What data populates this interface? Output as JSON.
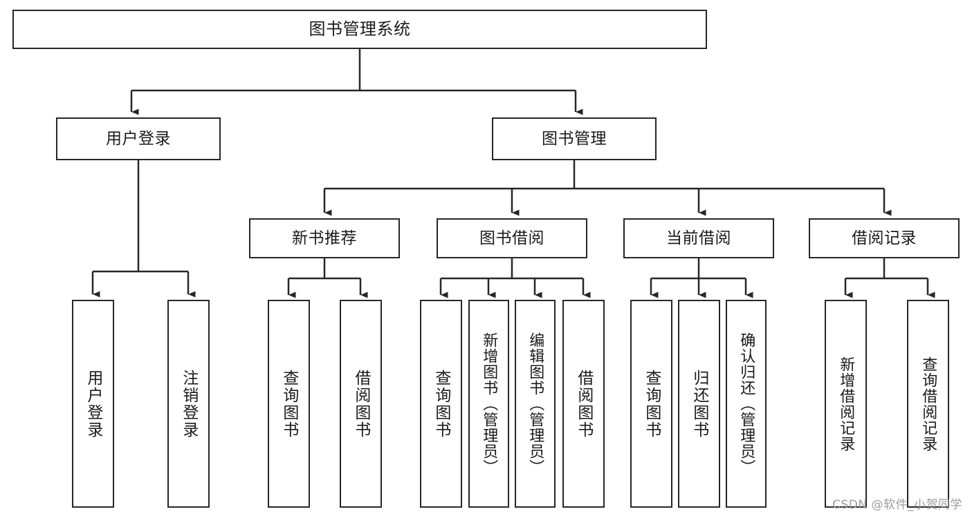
{
  "diagram": {
    "type": "tree-hierarchy-chart",
    "title": "图书管理系统",
    "watermark": "CSDN @软件_小贺同学",
    "colors": {
      "stroke": "#262626",
      "background": "#ffffff",
      "text": "#1a1a1a",
      "watermark": "#9b9b9b"
    },
    "levels": {
      "root": {
        "label": "图书管理系统"
      },
      "level2": [
        {
          "label": "用户登录"
        },
        {
          "label": "图书管理"
        }
      ],
      "level3": [
        {
          "label": "新书推荐"
        },
        {
          "label": "图书借阅"
        },
        {
          "label": "当前借阅"
        },
        {
          "label": "借阅记录"
        }
      ],
      "leaves_user_login": [
        {
          "label": "用户登录"
        },
        {
          "label": "注销登录"
        }
      ],
      "leaves_new_book": [
        {
          "label": "查询图书"
        },
        {
          "label": "借阅图书"
        }
      ],
      "leaves_borrow": [
        {
          "label": "查询图书"
        },
        {
          "label": "新增图书（管理员）"
        },
        {
          "label": "编辑图书（管理员）"
        },
        {
          "label": "借阅图书"
        }
      ],
      "leaves_current": [
        {
          "label": "查询图书"
        },
        {
          "label": "归还图书"
        },
        {
          "label": "确认归还（管理员）"
        }
      ],
      "leaves_record": [
        {
          "label": "新增借阅记录"
        },
        {
          "label": "查询借阅记录"
        }
      ]
    }
  }
}
